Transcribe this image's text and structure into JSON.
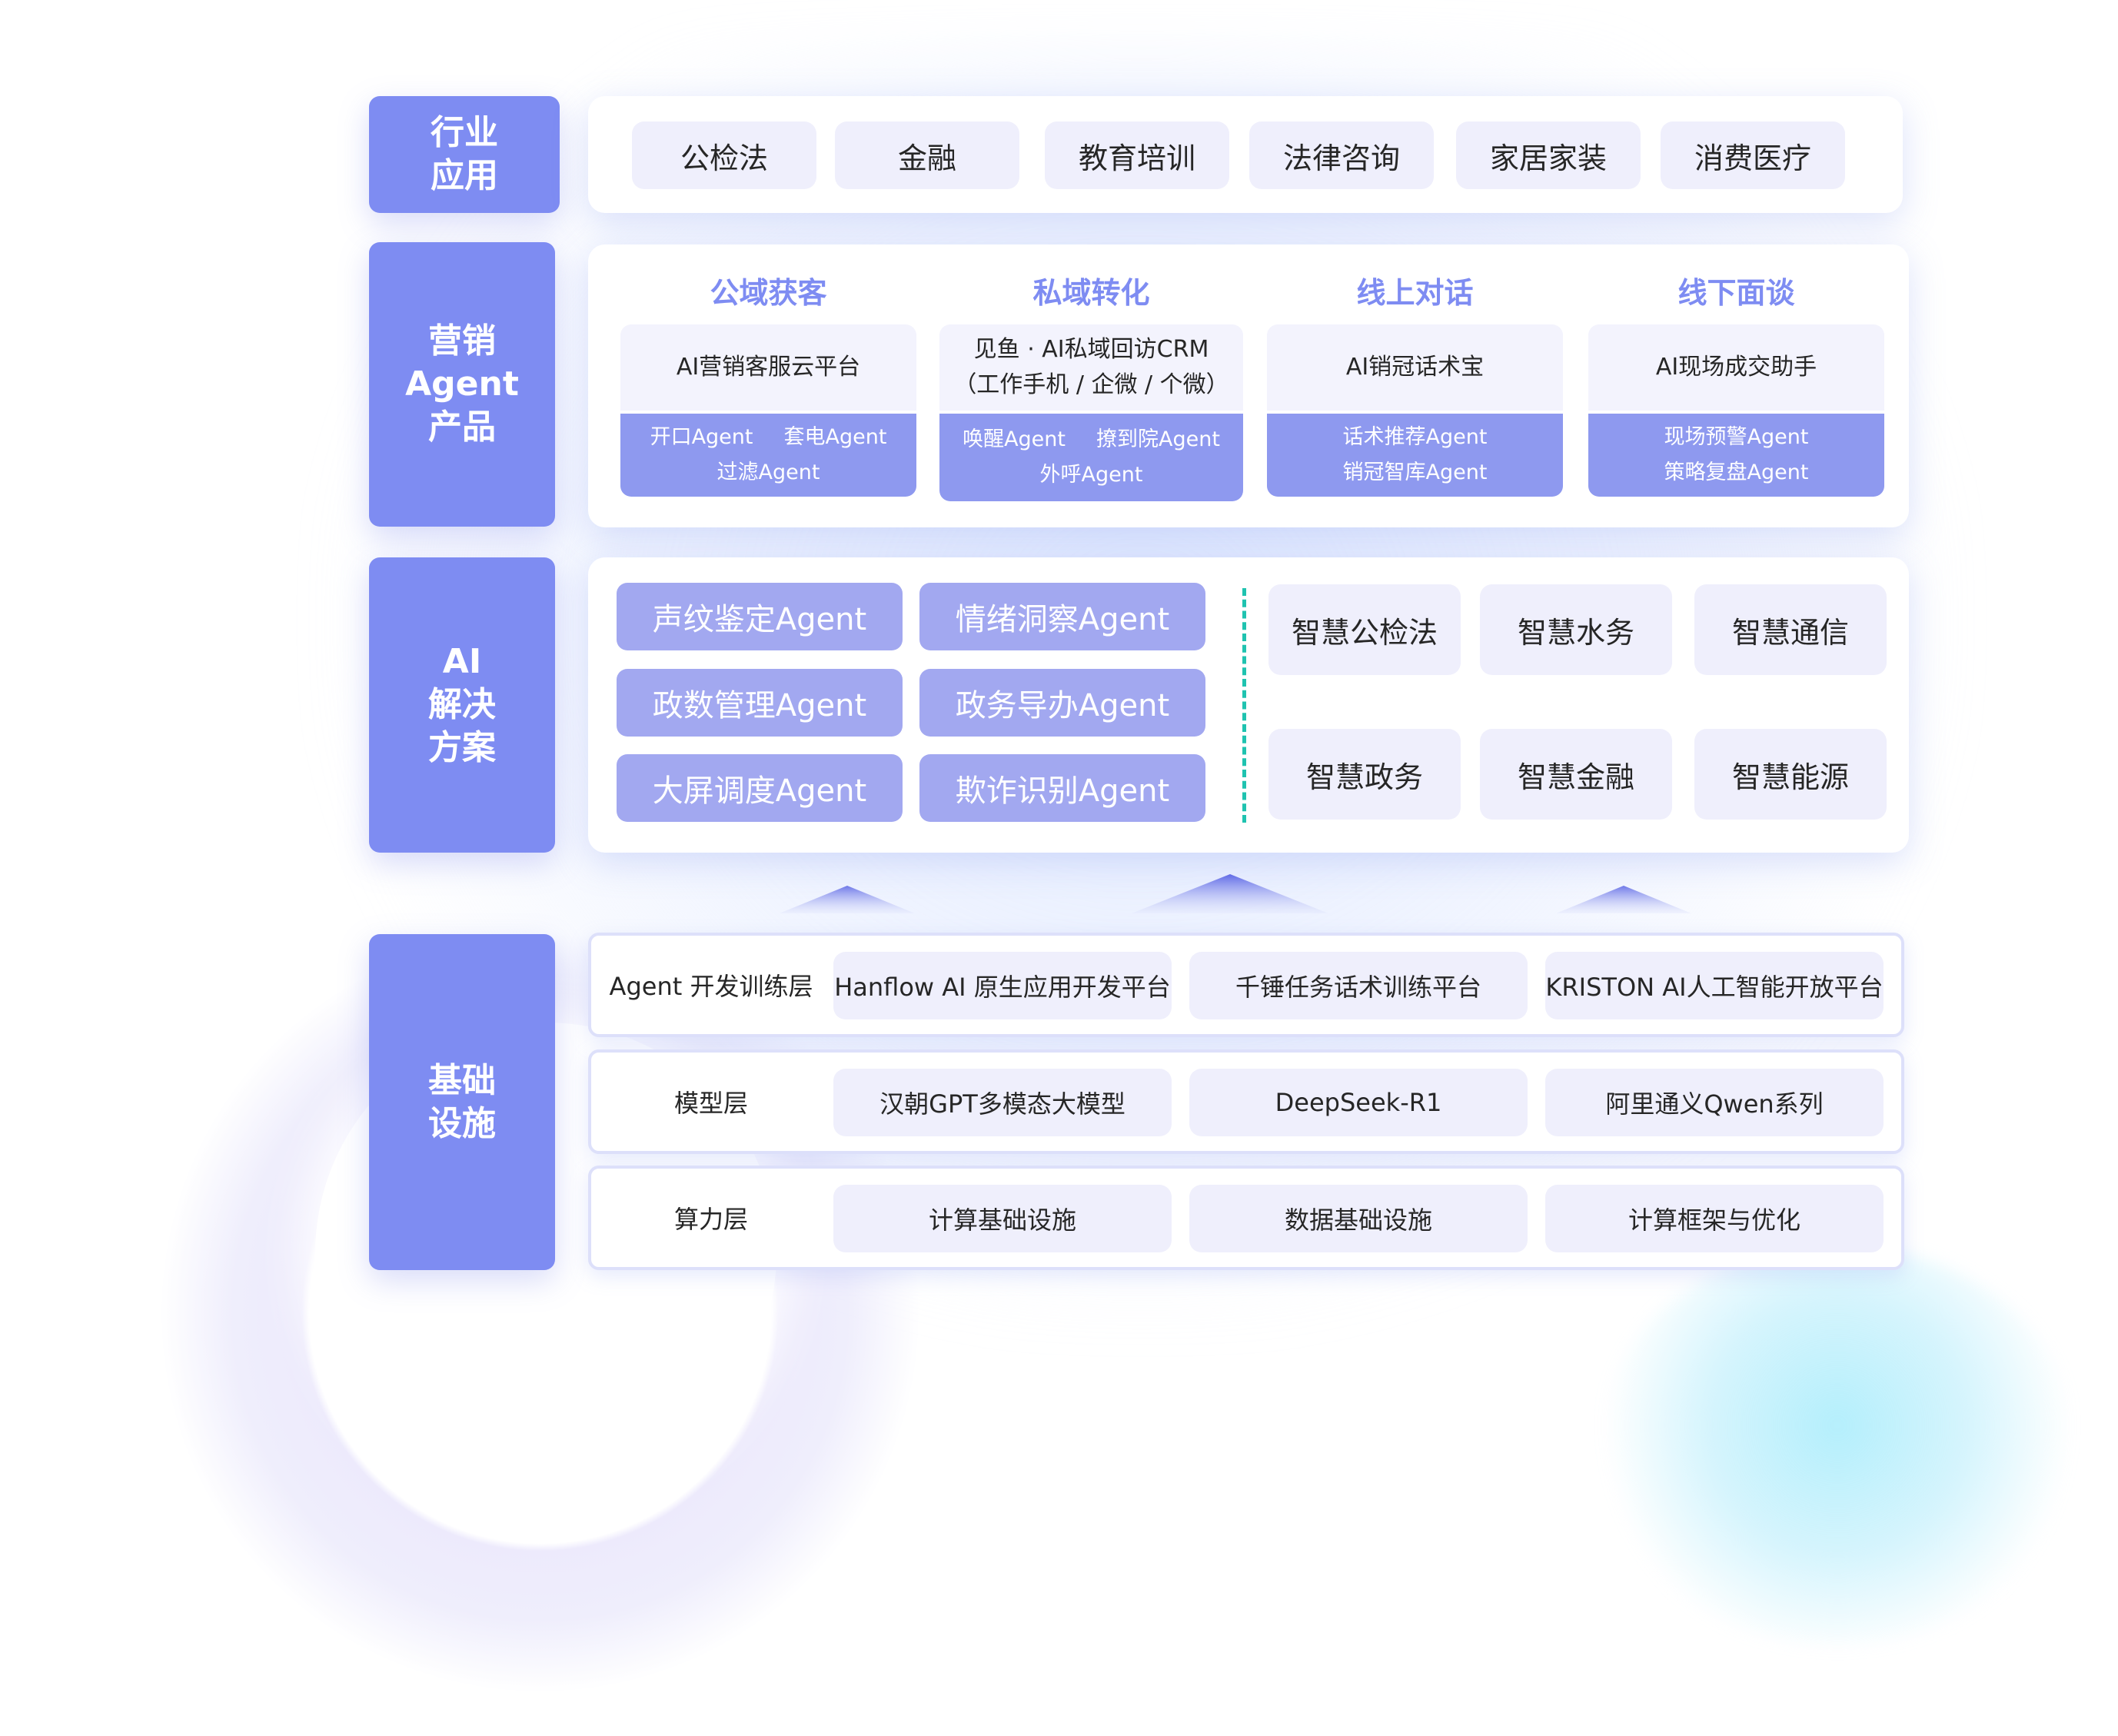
{
  "industry": {
    "label_lines": [
      "行业",
      "应用"
    ],
    "items": [
      "公检法",
      "金融",
      "教育培训",
      "法律咨询",
      "家居家装",
      "消费医疗"
    ]
  },
  "marketing": {
    "label_lines": [
      "营销",
      "Agent",
      "产品"
    ],
    "columns": [
      {
        "heading": "公域获客",
        "product_lines": [
          "AI营销客服云平台"
        ],
        "agents_rows": [
          [
            "开口Agent",
            "套电Agent"
          ],
          [
            "过滤Agent"
          ]
        ]
      },
      {
        "heading": "私域转化",
        "product_lines": [
          "见鱼 · AI私域回访CRM",
          "（工作手机 / 企微 / 个微）"
        ],
        "agents_rows": [
          [
            "唤醒Agent",
            "撩到院Agent"
          ],
          [
            "外呼Agent"
          ]
        ]
      },
      {
        "heading": "线上对话",
        "product_lines": [
          "AI销冠话术宝"
        ],
        "agents_rows": [
          [
            "话术推荐Agent"
          ],
          [
            "销冠智库Agent"
          ]
        ]
      },
      {
        "heading": "线下面谈",
        "product_lines": [
          "AI现场成交助手"
        ],
        "agents_rows": [
          [
            "现场预警Agent"
          ],
          [
            "策略复盘Agent"
          ]
        ]
      }
    ]
  },
  "ai_solutions": {
    "label_lines": [
      "AI",
      "解决",
      "方案"
    ],
    "agents": [
      "声纹鉴定Agent",
      "情绪洞察Agent",
      "政数管理Agent",
      "政务导办Agent",
      "大屏调度Agent",
      "欺诈识别Agent"
    ],
    "smart": [
      "智慧公检法",
      "智慧水务",
      "智慧通信",
      "智慧政务",
      "智慧金融",
      "智慧能源"
    ]
  },
  "infrastructure": {
    "label_lines": [
      "基础",
      "设施"
    ],
    "rows": [
      {
        "label": "Agent 开发训练层",
        "items": [
          "Hanflow AI 原生应用开发平台",
          "千锤任务话术训练平台",
          "KRISTON AI人工智能开放平台"
        ]
      },
      {
        "label": "模型层",
        "items": [
          "汉朝GPT多模态大模型",
          "DeepSeek-R1",
          "阿里通义Qwen系列"
        ]
      },
      {
        "label": "算力层",
        "items": [
          "计算基础设施",
          "数据基础设施",
          "计算框架与优化"
        ]
      }
    ]
  },
  "colors": {
    "accent": "#7e8cf2",
    "agent_pill": "#a2a8f0",
    "product_bottom": "#8e99ef",
    "light_pill": "#efeffc",
    "divider": "#1fc3b0"
  }
}
